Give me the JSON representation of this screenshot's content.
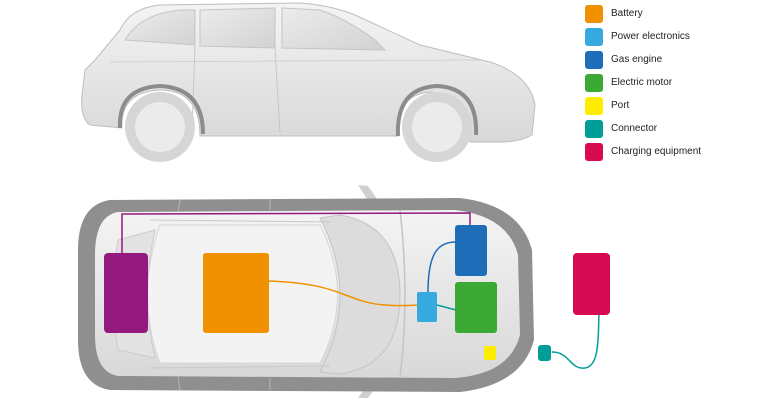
{
  "legend": {
    "items": [
      {
        "key": "battery",
        "label": "Battery",
        "color": "#f29100"
      },
      {
        "key": "power_electronics",
        "label": "Power electronics",
        "color": "#36a9e1"
      },
      {
        "key": "gas_engine",
        "label": "Gas engine",
        "color": "#1d6db8"
      },
      {
        "key": "electric_motor",
        "label": "Electric motor",
        "color": "#3aaa35"
      },
      {
        "key": "port",
        "label": "Port",
        "color": "#ffed00"
      },
      {
        "key": "connector",
        "label": "Connector",
        "color": "#009e96"
      },
      {
        "key": "charging_equipment",
        "label": "Charging equipment",
        "color": "#d60b52"
      }
    ]
  },
  "colors": {
    "car_body": "#e6e6e6",
    "car_shadow": "#8c8c8c",
    "wiring": "#93197f",
    "fuse_box": "#93197f"
  }
}
